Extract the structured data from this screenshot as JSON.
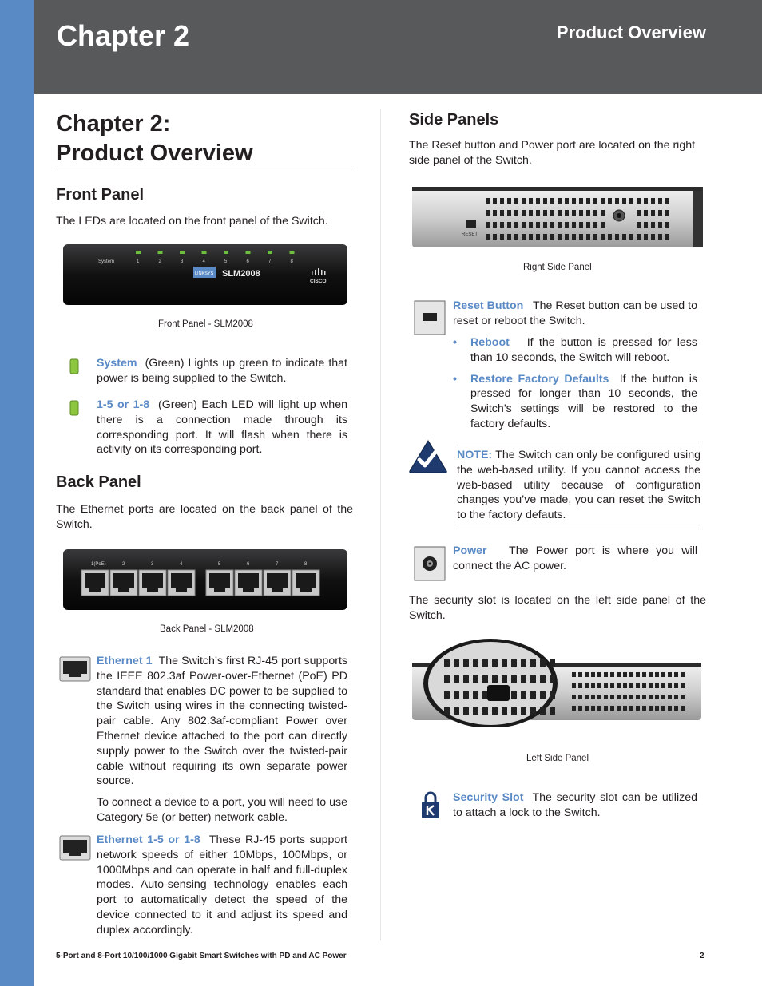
{
  "header": {
    "chapter": "Chapter 2",
    "section": "Product Overview"
  },
  "title": {
    "line1": "Chapter 2:",
    "line2": "Product Overview"
  },
  "front_panel": {
    "heading": "Front Panel",
    "intro": "The LEDs are located on the front panel of the Switch.",
    "caption": "Front Panel - SLM2008",
    "image_labels": {
      "system": "System",
      "ports": [
        "1",
        "2",
        "3",
        "4",
        "5",
        "6",
        "7",
        "8"
      ],
      "brand": "LINKSYS",
      "model": "SLM2008",
      "cisco": "CISCO"
    },
    "system": {
      "kw": "System",
      "text": "(Green)  Lights up green to indicate that power is being supplied to the Switch."
    },
    "leds": {
      "kw": "1-5  or  1-8",
      "text": "(Green)  Each  LED  will  light  up when  there  is  a  connection  made  through  its corresponding  port.  It  will  flash  when  there  is activity on its corresponding port."
    }
  },
  "back_panel": {
    "heading": "Back Panel",
    "intro": "The Ethernet ports are located on the back panel of the Switch.",
    "caption": "Back Panel - SLM2008",
    "image_labels": {
      "first": "1(PoE)",
      "ports": [
        "2",
        "3",
        "4",
        "5",
        "6",
        "7",
        "8"
      ]
    },
    "eth1": {
      "kw": "Ethernet 1",
      "text": "The Switch’s first RJ-45 port supports the IEEE 802.3af Power-over-Ethernet (PoE) PD standard that enables DC power to be supplied to the Switch using wires in the connecting twisted-pair cable. Any 802.3af-compliant Power over Ethernet device attached to the port can directly supply power to the Switch over the twisted-pair cable without requiring its own separate power source."
    },
    "eth1_note": "To connect a device to a port, you will need to use Category 5e (or better) network cable.",
    "eth_all": {
      "kw": "Ethernet 1-5 or 1-8",
      "text": "These RJ-45 ports support network speeds of either 10Mbps, 100Mbps, or 1000Mbps and can operate in half and full-duplex modes. Auto-sensing technology enables each port to automatically detect the speed of the device connected to it and adjust its speed and duplex accordingly."
    }
  },
  "side_panels": {
    "heading": "Side Panels",
    "intro": "The Reset button and Power port are located on the right side panel of the Switch.",
    "right_caption": "Right Side Panel",
    "reset_label": "RESET",
    "reset": {
      "kw": "Reset Button",
      "text": "The Reset button can be used to reset or reboot the Switch."
    },
    "bullets": [
      {
        "kw": "Reboot",
        "text": "If the button is pressed for less than 10 seconds, the Switch will reboot."
      },
      {
        "kw": "Restore  Factory  Defaults",
        "text": "If  the  button is  pressed  for  longer  than  10  seconds,  the Switch’s  settings  will  be  restored  to  the factory defaults."
      }
    ],
    "note": {
      "kw": "NOTE:",
      "text": "The Switch can only be configured using the web-based utility. If you cannot access the web-based utility because of configuration changes you’ve made, you can reset the Switch to the factory defauts."
    },
    "power": {
      "kw": "Power",
      "text": "The  Power  port  is  where  you  will connect the AC power."
    },
    "security_intro": "The security slot is located on the left side panel of the Switch.",
    "left_caption": "Left Side Panel",
    "security": {
      "kw": "Security Slot",
      "text": "The security slot can be utilized to attach a lock to the Switch."
    }
  },
  "footer": {
    "text": "5-Port and 8-Port 10/100/1000 Gigabit Smart Switches with PD and AC Power",
    "page": "2"
  }
}
